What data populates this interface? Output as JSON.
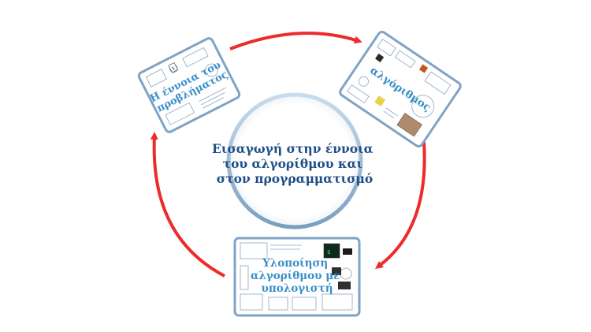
{
  "center": {
    "title_lines": [
      "Εισαγωγή στην έννοια",
      "του αλγορίθμου και",
      "στον προγραμματισμό"
    ]
  },
  "frames": [
    {
      "id": "problem",
      "title_lines": [
        "Η έννοια του",
        "προβλήματος"
      ]
    },
    {
      "id": "algorithm",
      "title_lines": [
        "αλγόριθμος"
      ]
    },
    {
      "id": "implementation",
      "title_lines": [
        "Υλοποίηση",
        "αλγορίθμου με",
        "υπολογιστή"
      ]
    }
  ],
  "colors": {
    "arrow": "#ee2b2b",
    "frame_border": "#7fa3c6",
    "frame_title": "#3a8fc8",
    "center_ring": "#a9c6dc",
    "center_title": "#1f4f86"
  }
}
